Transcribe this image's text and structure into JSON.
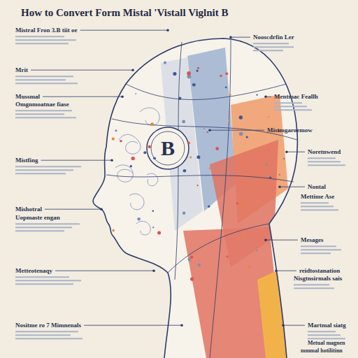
{
  "diagram": {
    "title": "How to Convert Form Mistal 'Vistall Viglnit B",
    "labels": [
      "Mistral Fron 3.B tiit oe",
      "Mrit",
      "Mussmal",
      "Omgnmoatnae fiase",
      "Mistfing",
      "Mishotral",
      "Uopmaste engan",
      "Metteotenaqy",
      "Nositme ro 7 Mimnenals",
      "Nooscdrfin Ler",
      "Mentmac Feallh",
      "Mistmgaroemow",
      "Noretnwend",
      "Nontal",
      "Mettime Ase",
      "Mesages",
      "reidtostanation",
      "Nisgtnsirmals sais",
      "Martmal siatg",
      "Metual magnen",
      "mmmal hotilitinn",
      "B"
    ]
  }
}
